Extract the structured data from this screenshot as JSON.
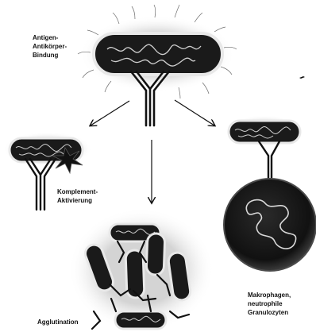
{
  "labels": {
    "binding": "Antigen-\nAntikörper-\nBindung",
    "complement": "Komplement-\nAktivierung",
    "phagocytes": "Makrophagen,\nneutrophile\nGranulozyten",
    "agglutination": "Agglutination"
  },
  "colors": {
    "ink": "#111111",
    "bacterium_body": "#1a1a1a",
    "bacterium_rim": "#e6e6e6",
    "halo": "#9a9a9a",
    "phagocyte": "#151515"
  }
}
